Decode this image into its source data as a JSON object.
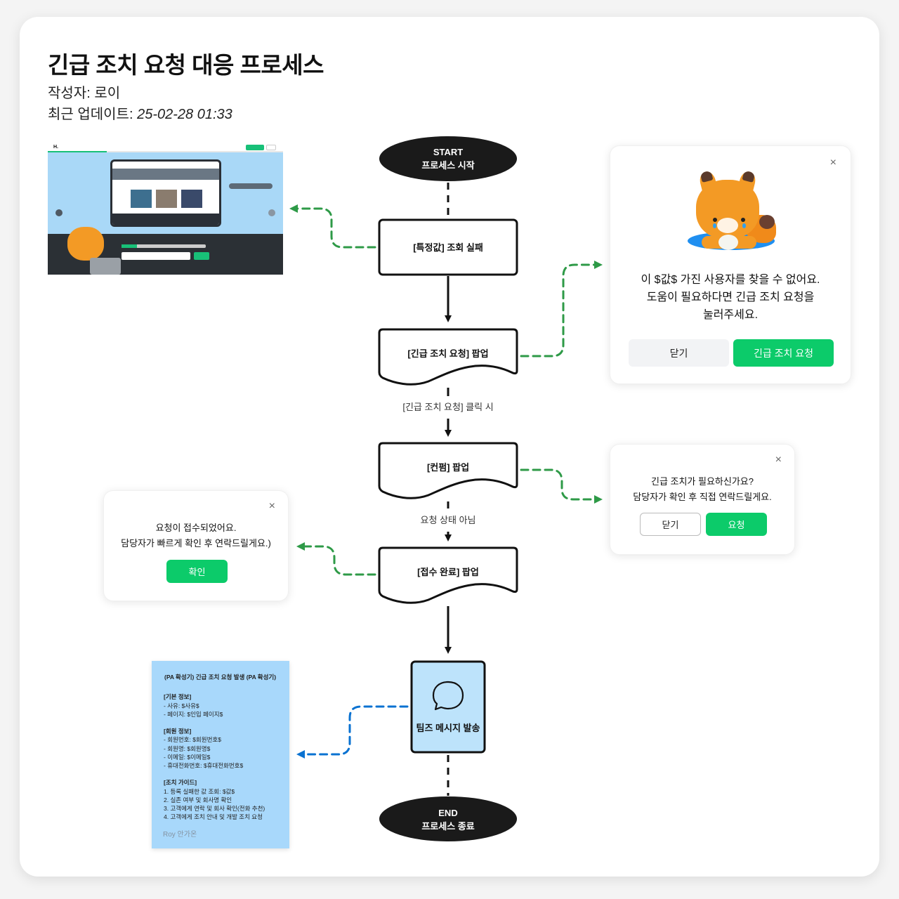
{
  "header": {
    "title": "긴급 조치 요청 대응 프로세스",
    "author_label": "작성자: 로이",
    "updated_label": "최근 업데이트: ",
    "updated_value": "25-02-28 01:33"
  },
  "flow": {
    "start": {
      "line1": "START",
      "line2": "프로세스 시작"
    },
    "lookup_fail": {
      "label": "[특정값] 조회 실패"
    },
    "emergency_popup": {
      "label": "[긴급 조치 요청] 팝업"
    },
    "edge_click": {
      "label": "[긴급 조치 요청] 클릭 시"
    },
    "confirm_popup": {
      "label": "[컨펌] 팝업"
    },
    "edge_not_requested": {
      "label": "요청 상태 아님"
    },
    "done_popup": {
      "label": "[접수 완료] 팝업"
    },
    "teams": {
      "label": "팀즈 메시지 발송",
      "icon": "chat-bubble-icon"
    },
    "end": {
      "line1": "END",
      "line2": "프로세스 종료"
    }
  },
  "colors": {
    "green_connector": "#2e9a47",
    "blue_connector": "#0a72d1",
    "terminal_fill": "#1a1a1a",
    "teams_fill": "#bde3fb",
    "button_green": "#0ccb6a"
  },
  "popup_main": {
    "message_lines": [
      "이 $값$ 가진 사용자를 찾을 수 없어요.",
      "도움이 필요하다면 긴급 조치 요청을",
      "눌러주세요."
    ],
    "close_label": "닫기",
    "request_label": "긴급 조치 요청",
    "close_icon": "×"
  },
  "popup_confirm": {
    "message_lines": [
      "긴급 조치가 필요하신가요?",
      "담당자가 확인 후 직접 연락드릴게요."
    ],
    "close_label": "닫기",
    "request_label": "요청",
    "close_icon": "×"
  },
  "popup_done": {
    "message_lines": [
      "요청이 접수되었어요.",
      "담당자가 빠르게 확인 후 연락드릴게요.)"
    ],
    "confirm_label": "확인",
    "close_icon": "×"
  },
  "teams_message": {
    "lines": [
      {
        "text": "(PA 확성기) 긴급 조치 요청 발생 (PA 확성기)",
        "bold": true
      },
      {
        "text": "",
        "bold": false
      },
      {
        "text": "[기본 정보]",
        "bold": true
      },
      {
        "text": "- 사유: $사유$",
        "bold": false
      },
      {
        "text": "- 페이지: $인입 페이지$",
        "bold": false
      },
      {
        "text": "",
        "bold": false
      },
      {
        "text": "[회원 정보]",
        "bold": true
      },
      {
        "text": "- 회원번호: $회원번호$",
        "bold": false
      },
      {
        "text": "- 회원명: $회원명$",
        "bold": false
      },
      {
        "text": "- 이메일: $이메일$",
        "bold": false
      },
      {
        "text": "- 휴대전화번호: $휴대전화번호$",
        "bold": false
      },
      {
        "text": "",
        "bold": false
      },
      {
        "text": "[조치 가이드]",
        "bold": true
      },
      {
        "text": "1. 등록 실패한 값 조회: $값$",
        "bold": false
      },
      {
        "text": "2. 실존 여부 및 회사명 확인",
        "bold": false
      },
      {
        "text": "3. 고객에게 연락 및 회사 확인(전화 추천)",
        "bold": false
      },
      {
        "text": "4. 고객에게 조치 안내 및 개발 조치 요청",
        "bold": false
      }
    ],
    "signature": "Roy 안가온"
  },
  "thumbnail": {
    "description": "사업자 등록번호 입력 페이지 스크린샷",
    "logo": "H."
  }
}
